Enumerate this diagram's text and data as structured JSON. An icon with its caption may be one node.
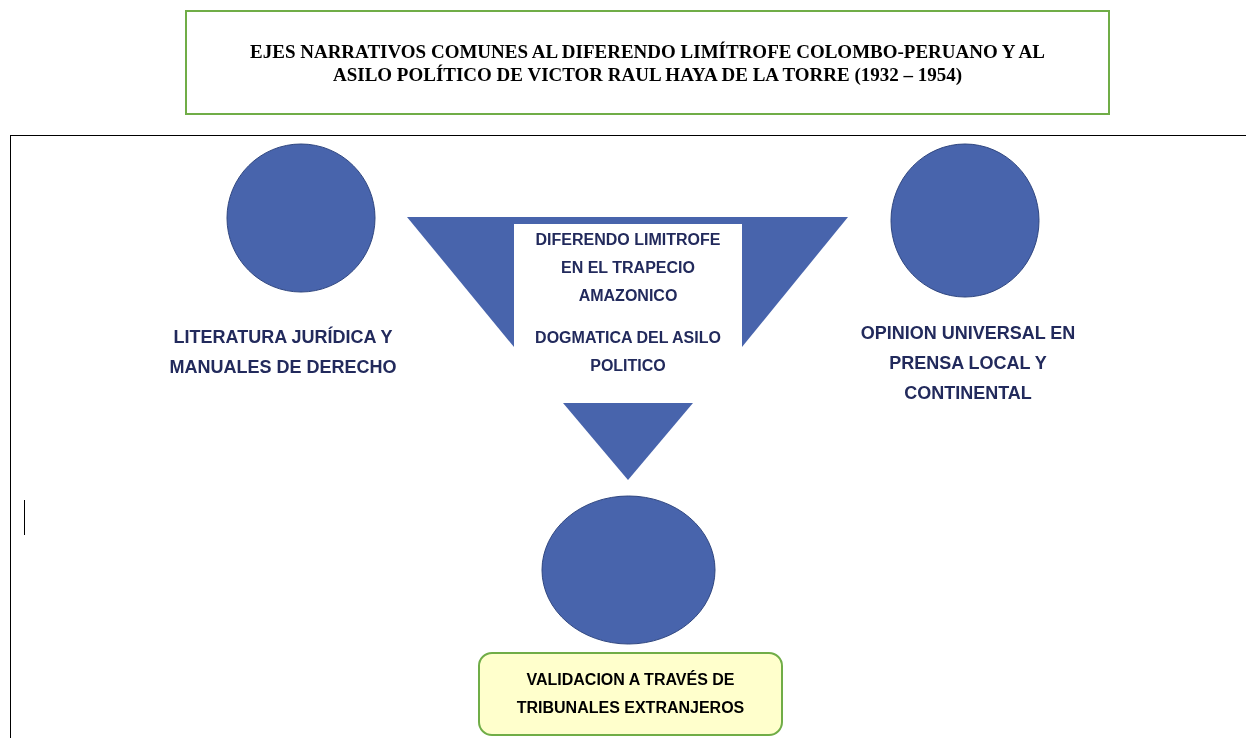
{
  "diagram": {
    "title": "EJES NARRATIVOS COMUNES AL DIFERENDO LIMÍTROFE COLOMBO-PERUANO Y AL ASILO POLÍTICO DE VICTOR RAUL HAYA DE LA TORRE (1932 – 1954)",
    "nodes": [
      {
        "text": [],
        "shape": "circle"
      },
      {
        "text": [
          "DIFERENDO LIMITROFE EN EL TRAPECIO AMAZONICO",
          "DOGMATICA DEL ASILO POLITICO"
        ]
      },
      {
        "text": [],
        "shape": "circle"
      },
      {
        "text": [],
        "shape": "triangle"
      },
      {
        "text": [],
        "shape": "circle"
      },
      {
        "text": [
          "VALIDACION A TRAVÉS DE TRIBUNALES EXTRANJEROS"
        ]
      }
    ],
    "labels": [
      "LITERATURA JURÍDICA Y MANUALES DE DERECHO",
      "OPINION UNIVERSAL EN PRENSA LOCAL Y CONTINENTAL"
    ]
  }
}
